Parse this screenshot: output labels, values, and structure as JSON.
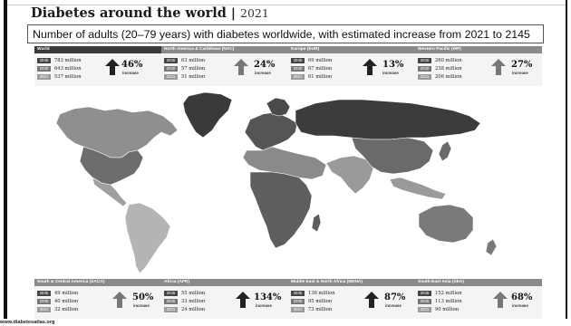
{
  "header": {
    "title": "Diabetes around the world",
    "separator": "|",
    "year": "2021"
  },
  "subtitle": "Number of adults (20–79 years) with diabetes worldwide, with estimated increase from 2021 to 2145",
  "panels_top": [
    {
      "region": "World",
      "rows": [
        {
          "year": "2045",
          "value": "783 million"
        },
        {
          "year": "2030",
          "value": "643 million"
        },
        {
          "year": "2021",
          "value": "537 million"
        }
      ],
      "percent": "46%",
      "label": "increase"
    },
    {
      "region": "North America & Caribbean (NAC)",
      "rows": [
        {
          "year": "2045",
          "value": "63 million"
        },
        {
          "year": "2030",
          "value": "57 million"
        },
        {
          "year": "2021",
          "value": "51 million"
        }
      ],
      "percent": "24%",
      "label": "increase"
    },
    {
      "region": "Europe (EUR)",
      "rows": [
        {
          "year": "2045",
          "value": "69 million"
        },
        {
          "year": "2030",
          "value": "67 million"
        },
        {
          "year": "2021",
          "value": "61 million"
        }
      ],
      "percent": "13%",
      "label": "increase"
    },
    {
      "region": "Western Pacific (WP)",
      "rows": [
        {
          "year": "2045",
          "value": "260 million"
        },
        {
          "year": "2030",
          "value": "238 million"
        },
        {
          "year": "2021",
          "value": "206 million"
        }
      ],
      "percent": "27%",
      "label": "increase"
    }
  ],
  "panels_bottom": [
    {
      "region": "South & Central America (SACA)",
      "rows": [
        {
          "year": "2045",
          "value": "49 million"
        },
        {
          "year": "2030",
          "value": "40 million"
        },
        {
          "year": "2021",
          "value": "32 million"
        }
      ],
      "percent": "50%",
      "label": "increase"
    },
    {
      "region": "Africa (AFR)",
      "rows": [
        {
          "year": "2045",
          "value": "55 million"
        },
        {
          "year": "2030",
          "value": "33 million"
        },
        {
          "year": "2021",
          "value": "24 million"
        }
      ],
      "percent": "134%",
      "label": "increase"
    },
    {
      "region": "Middle East & North Africa (MENA)",
      "rows": [
        {
          "year": "2045",
          "value": "136 million"
        },
        {
          "year": "2030",
          "value": "95 million"
        },
        {
          "year": "2021",
          "value": "73 million"
        }
      ],
      "percent": "87%",
      "label": "increase"
    },
    {
      "region": "South-East Asia (SEA)",
      "rows": [
        {
          "year": "2045",
          "value": "152 million"
        },
        {
          "year": "2030",
          "value": "113 million"
        },
        {
          "year": "2021",
          "value": "90 million"
        }
      ],
      "percent": "68%",
      "label": "increase"
    }
  ],
  "footer": "www.diabetesatlas.org",
  "colors": {
    "arrow_dark": "#222222",
    "arrow_light": "#777777",
    "header_dark": "#3a3a3a",
    "header_mid": "#8a8a8a"
  },
  "icons": [
    "increase-arrow-icon",
    "world-map-icon"
  ]
}
